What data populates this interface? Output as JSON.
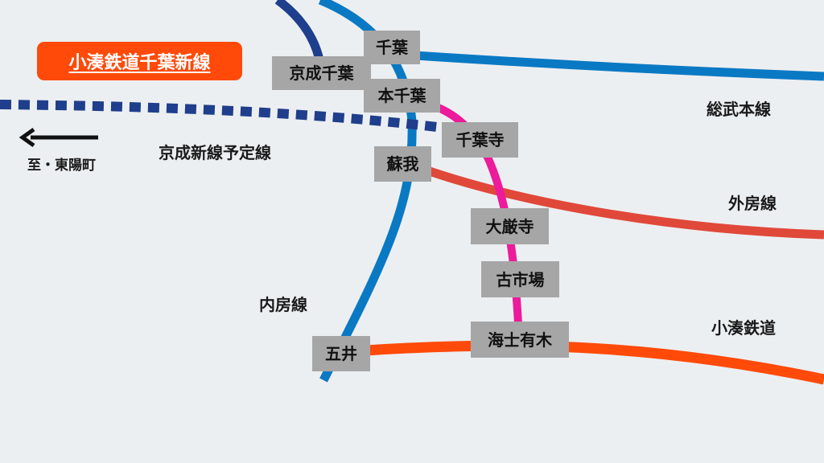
{
  "title": "小湊鉄道千葉新線",
  "direction": "至・東陽町",
  "colors": {
    "background": "#ECEFF1",
    "sobu": "#0A79C4",
    "uchibo": "#0A79C4",
    "keisei_chiba": "#1F3E8C",
    "keisei_shinsen": "#1F3E8C",
    "sotobo": "#E0483A",
    "kominato": "#FF4A0A",
    "new_line": "#EC1B9B",
    "station_bg": "#A6A6A6"
  },
  "lines": {
    "sobu": "総武本線",
    "sotobo": "外房線",
    "kominato": "小湊鉄道",
    "uchibo": "内房線",
    "keisei_shinsen": "京成新線予定線"
  },
  "stations": {
    "chiba": "千葉",
    "keisei_chiba": "京成千葉",
    "hon_chiba": "本千葉",
    "chibadera": "千葉寺",
    "soga": "蘇我",
    "daiganji": "大厳寺",
    "ichibaba": "古市場",
    "amaariki": "海士有木",
    "goi": "五井"
  }
}
